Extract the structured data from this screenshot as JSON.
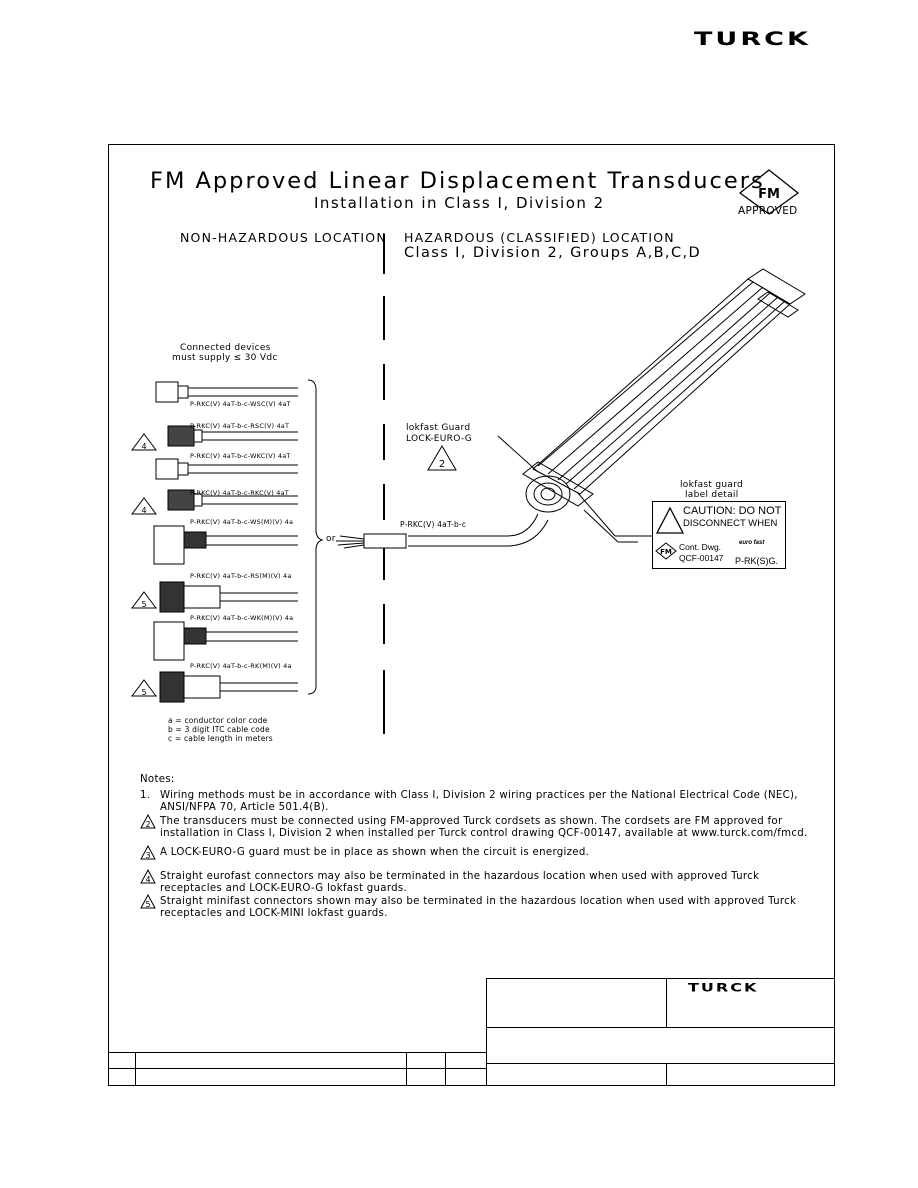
{
  "header": {
    "logo_text": "TURCK"
  },
  "drawing": {
    "title": "FM Approved Linear Displacement Transducers",
    "subtitle": "Installation in Class I, Division 2",
    "fm_badge": {
      "mark": "FM",
      "label": "APPROVED"
    },
    "non_hazardous_label": "NON-HAZARDOUS LOCATION",
    "hazardous_label": "HAZARDOUS (CLASSIFIED) LOCATION",
    "hazardous_class": "Class I, Division 2, Groups A,B,C,D",
    "supply_note": [
      "Connected devices",
      "must supply ≤ 30 Vdc"
    ],
    "cordsets": [
      {
        "label": "P-RKC(V) 4aT-b-c-WSC(V) 4aT",
        "note": ""
      },
      {
        "label": "P-RKC(V) 4aT-b-c-RSC(V) 4aT",
        "note": "4"
      },
      {
        "label": "P-RKC(V) 4aT-b-c-WKC(V) 4aT",
        "note": ""
      },
      {
        "label": "P-RKC(V) 4aT-b-c-RKC(V) 4aT",
        "note": "4"
      },
      {
        "label": "P-RKC(V) 4aT-b-c-WS(M)(V) 4a",
        "note": ""
      },
      {
        "label": "P-RKC(V) 4aT-b-c-RS(M)(V) 4a",
        "note": "5"
      },
      {
        "label": "P-RKC(V) 4aT-b-c-WK(M)(V) 4a",
        "note": ""
      },
      {
        "label": "P-RKC(V) 4aT-b-c-RK(M)(V) 4a",
        "note": "5"
      }
    ],
    "or_label": "or",
    "main_cable_label": "P-RKC(V) 4aT-b-c",
    "lokfast_guard": {
      "line1": "lokfast Guard",
      "line2": "LOCK-EURO-G",
      "note": "2"
    },
    "label_detail": {
      "title_line1": "lokfast guard",
      "title_line2": "label detail",
      "caution_line1": "CAUTION: DO NOT",
      "caution_line2": "DISCONNECT WHEN",
      "fm_mark": "FM",
      "cont_dwg": "Cont. Dwg.",
      "cont_dwg_number": "QCF-00147",
      "brand_small": "euro fast",
      "part": "P-RK(S)G."
    },
    "legend": [
      "a = conductor color code",
      "b = 3 digit ITC cable code",
      "c = cable length in meters"
    ],
    "notes_title": "Notes:",
    "notes": [
      {
        "marker": "1.",
        "lines": [
          "Wiring methods must be in accordance with Class I, Division 2 wiring practices per the National Electrical Code (NEC),",
          "ANSI/NFPA 70, Article 501.4(B)."
        ]
      },
      {
        "marker": "2",
        "lines": [
          "The transducers must be connected using FM-approved Turck cordsets as shown. The cordsets are FM approved for",
          "installation in Class I, Division 2 when installed per Turck control drawing QCF-00147, available at www.turck.com/fmcd."
        ]
      },
      {
        "marker": "3",
        "lines": [
          "A LOCK-EURO-G guard must be in place as shown when the circuit is energized."
        ]
      },
      {
        "marker": "4",
        "lines": [
          "Straight eurofast connectors may also be terminated in the hazardous location when used with approved Turck",
          "receptacles and LOCK-EURO-G lokfast guards."
        ]
      },
      {
        "marker": "5",
        "lines": [
          "Straight minifast connectors shown may also be terminated in the hazardous location when used with approved Turck",
          "receptacles and LOCK-MINI lokfast guards."
        ]
      }
    ],
    "title_block_logo": "TURCK"
  }
}
